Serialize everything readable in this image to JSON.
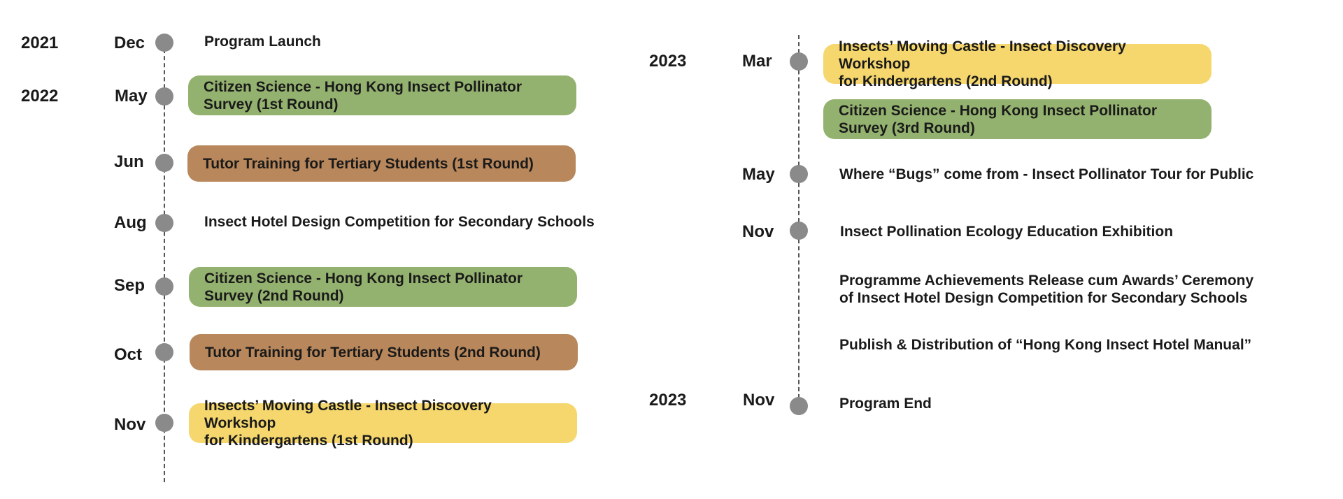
{
  "colors": {
    "green": "#94b26f",
    "brown": "#b8875b",
    "yellow": "#f5d76e",
    "dot": "#8a8a8a"
  },
  "left": {
    "year_2021": "2021",
    "year_2022": "2022",
    "events": [
      {
        "month": "Dec",
        "text": "Program Launch",
        "style": "plain"
      },
      {
        "month": "May",
        "text": "Citizen Science - Hong Kong Insect Pollinator\nSurvey (1st Round)",
        "style": "green"
      },
      {
        "month": "Jun",
        "text": "Tutor Training for Tertiary Students (1st Round)",
        "style": "brown"
      },
      {
        "month": "Aug",
        "text": "Insect Hotel Design Competition for Secondary Schools",
        "style": "plain"
      },
      {
        "month": "Sep",
        "text": "Citizen Science - Hong Kong Insect Pollinator\nSurvey (2nd Round)",
        "style": "green"
      },
      {
        "month": "Oct",
        "text": "Tutor Training for Tertiary Students (2nd Round)",
        "style": "brown"
      },
      {
        "month": "Nov",
        "text": "Insects’ Moving Castle - Insect Discovery Workshop\nfor Kindergartens (1st Round)",
        "style": "yellow"
      }
    ]
  },
  "right": {
    "year_start": "2023",
    "year_end": "2023",
    "events": [
      {
        "month": "Mar",
        "text": "Insects’ Moving Castle - Insect Discovery Workshop\nfor Kindergartens (2nd Round)",
        "style": "yellow"
      },
      {
        "month": "",
        "text": "Citizen Science - Hong Kong Insect Pollinator\nSurvey (3rd Round)",
        "style": "green"
      },
      {
        "month": "May",
        "text": "Where “Bugs” come from - Insect Pollinator Tour for Public",
        "style": "plain"
      },
      {
        "month": "Nov",
        "text": "Insect Pollination Ecology Education Exhibition",
        "style": "plain"
      },
      {
        "month": "",
        "text": "Programme Achievements Release cum Awards’ Ceremony\nof Insect Hotel Design Competition for Secondary Schools",
        "style": "plain"
      },
      {
        "month": "",
        "text": "Publish & Distribution of “Hong Kong Insect Hotel Manual”",
        "style": "plain"
      },
      {
        "month": "Nov",
        "text": "Program End",
        "style": "plain"
      }
    ]
  }
}
